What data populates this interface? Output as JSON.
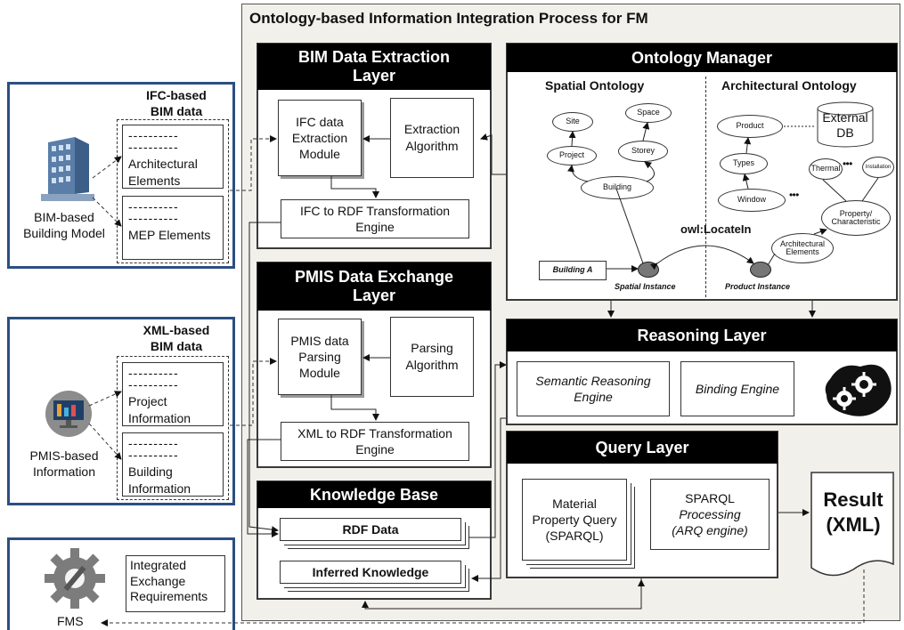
{
  "main_title": "Ontology-based Information Integration Process for FM",
  "bim_layer": {
    "title": "BIM Data Extraction Layer",
    "module": "IFC data Extraction Module",
    "algorithm": "Extraction Algorithm",
    "engine": "IFC to RDF Transformation Engine"
  },
  "pmis_layer": {
    "title": "PMIS Data Exchange Layer",
    "module": "PMIS data Parsing Module",
    "algorithm": "Parsing Algorithm",
    "engine": "XML to RDF Transformation Engine"
  },
  "knowledge_base": {
    "title": "Knowledge Base",
    "rdf": "RDF Data",
    "inferred": "Inferred Knowledge"
  },
  "ontology_manager": {
    "title": "Ontology Manager",
    "spatial_title": "Spatial Ontology",
    "architectural_title": "Architectural Ontology",
    "spatial_nodes": {
      "site": "Site",
      "space": "Space",
      "project": "Project",
      "storey": "Storey",
      "building": "Building"
    },
    "arch_nodes": {
      "product": "Product",
      "types": "Types",
      "window": "Window",
      "thermal": "Thermal",
      "installation": "Installation",
      "property": "Property/ Characteristic",
      "arch_elements": "Architectural Elements"
    },
    "external_db": "External DB",
    "ellipsis": "• • •",
    "relation": "owl:LocateIn",
    "building_a": "Building A",
    "spatial_instance": "Spatial Instance",
    "product_instance": "Product Instance"
  },
  "reasoning_layer": {
    "title": "Reasoning Layer",
    "semantic": "Semantic Reasoning Engine",
    "binding": "Binding Engine"
  },
  "query_layer": {
    "title": "Query Layer",
    "material": "Material Property Query (SPARQL)",
    "sparql_line1": "SPARQL",
    "sparql_line2": "Processing",
    "sparql_line3": "(ARQ engine)"
  },
  "result": "Result (XML)",
  "ifc_source": {
    "title": "IFC-based BIM data",
    "doc1": "Architectural Elements",
    "doc2": "MEP Elements",
    "model_label": "BIM-based Building Model"
  },
  "xml_source": {
    "title": "XML-based BIM data",
    "doc1": "Project Information",
    "doc2": "Building Information",
    "model_label": "PMIS-based Information"
  },
  "fms": {
    "label": "FMS",
    "requirements": "Integrated Exchange Requirements"
  },
  "doc_dashes": "----------",
  "colors": {
    "frame_bg": "#f2f0ea",
    "source_border": "#2b4f82",
    "header_bg": "#000000"
  }
}
